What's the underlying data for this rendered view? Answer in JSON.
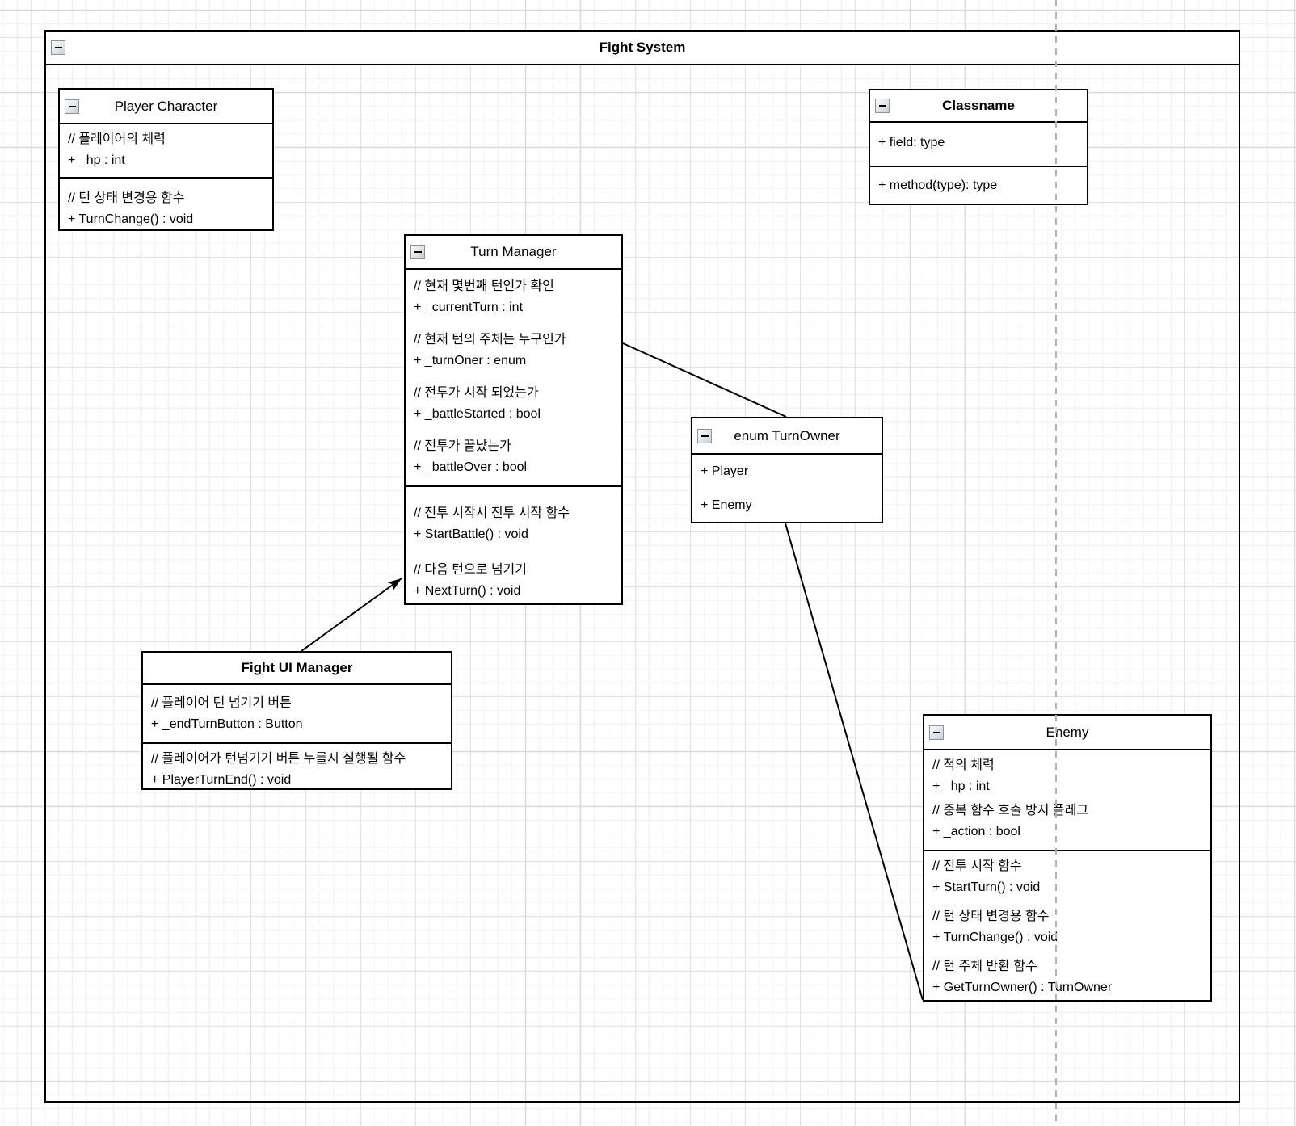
{
  "frame": {
    "title": "Fight System"
  },
  "icons": {
    "collapse": "minus"
  },
  "colors": {
    "box_border": "#000000",
    "box_background": "#ffffff",
    "grid_minor": "#f2f2f2",
    "grid_major": "#dadada",
    "page_break": "#b3b3b3",
    "collapse_icon_border": "#8c93a0"
  },
  "classes": {
    "player_character": {
      "title": "Player Character",
      "fields": [
        {
          "comment": "// 플레이어의 체력",
          "decl": "+ _hp : int"
        }
      ],
      "methods": [
        {
          "comment": "// 턴 상태 변경용 함수",
          "decl": "+ TurnChange() : void"
        }
      ]
    },
    "classname": {
      "title": "Classname",
      "fields": [
        {
          "decl": "+ field: type"
        }
      ],
      "methods": [
        {
          "decl": "+ method(type): type"
        }
      ]
    },
    "turn_manager": {
      "title": "Turn Manager",
      "fields": [
        {
          "comment": "// 현재 몇번째 턴인가 확인",
          "decl": "+ _currentTurn : int"
        },
        {
          "comment": "// 현재 턴의 주체는 누구인가",
          "decl": "+ _turnOner : enum"
        },
        {
          "comment": "// 전투가 시작 되었는가",
          "decl": "+ _battleStarted : bool"
        },
        {
          "comment": "// 전투가 끝났는가",
          "decl": "+ _battleOver : bool"
        }
      ],
      "methods": [
        {
          "comment": "// 전투 시작시 전투 시작 함수",
          "decl": "+ StartBattle() : void"
        },
        {
          "comment": "// 다음 턴으로 넘기기",
          "decl": "+ NextTurn() : void"
        }
      ]
    },
    "enum_turnowner": {
      "title": "enum TurnOwner",
      "values": [
        "+ Player",
        "+ Enemy"
      ]
    },
    "fight_ui_manager": {
      "title": "Fight UI Manager",
      "fields": [
        {
          "comment": "// 플레이어 턴 넘기기 버튼",
          "decl": "+ _endTurnButton : Button"
        }
      ],
      "methods": [
        {
          "comment": "// 플레이어가 턴넘기기 버튼 누를시 실행될 함수",
          "decl": "+ PlayerTurnEnd() : void"
        }
      ]
    },
    "enemy": {
      "title": "Enemy",
      "fields": [
        {
          "comment": "// 적의 체력",
          "decl": "+ _hp : int"
        },
        {
          "comment": "// 중복 함수 호출 방지 플레그",
          "decl": "+ _action : bool"
        }
      ],
      "methods": [
        {
          "comment": "// 전투 시작 함수",
          "decl": "+ StartTurn() : void"
        },
        {
          "comment": "// 턴 상태 변경용 함수",
          "decl": "+ TurnChange() : void"
        },
        {
          "comment": "// 턴 주체 반환 함수",
          "decl": "+ GetTurnOwner() : TurnOwner"
        }
      ]
    }
  },
  "edges": [
    {
      "from": "Turn Manager",
      "to": "enum TurnOwner",
      "arrow": "none"
    },
    {
      "from": "enum TurnOwner",
      "to": "Enemy",
      "arrow": "none"
    },
    {
      "from": "Fight UI Manager",
      "to": "Turn Manager",
      "arrow": "end"
    }
  ]
}
